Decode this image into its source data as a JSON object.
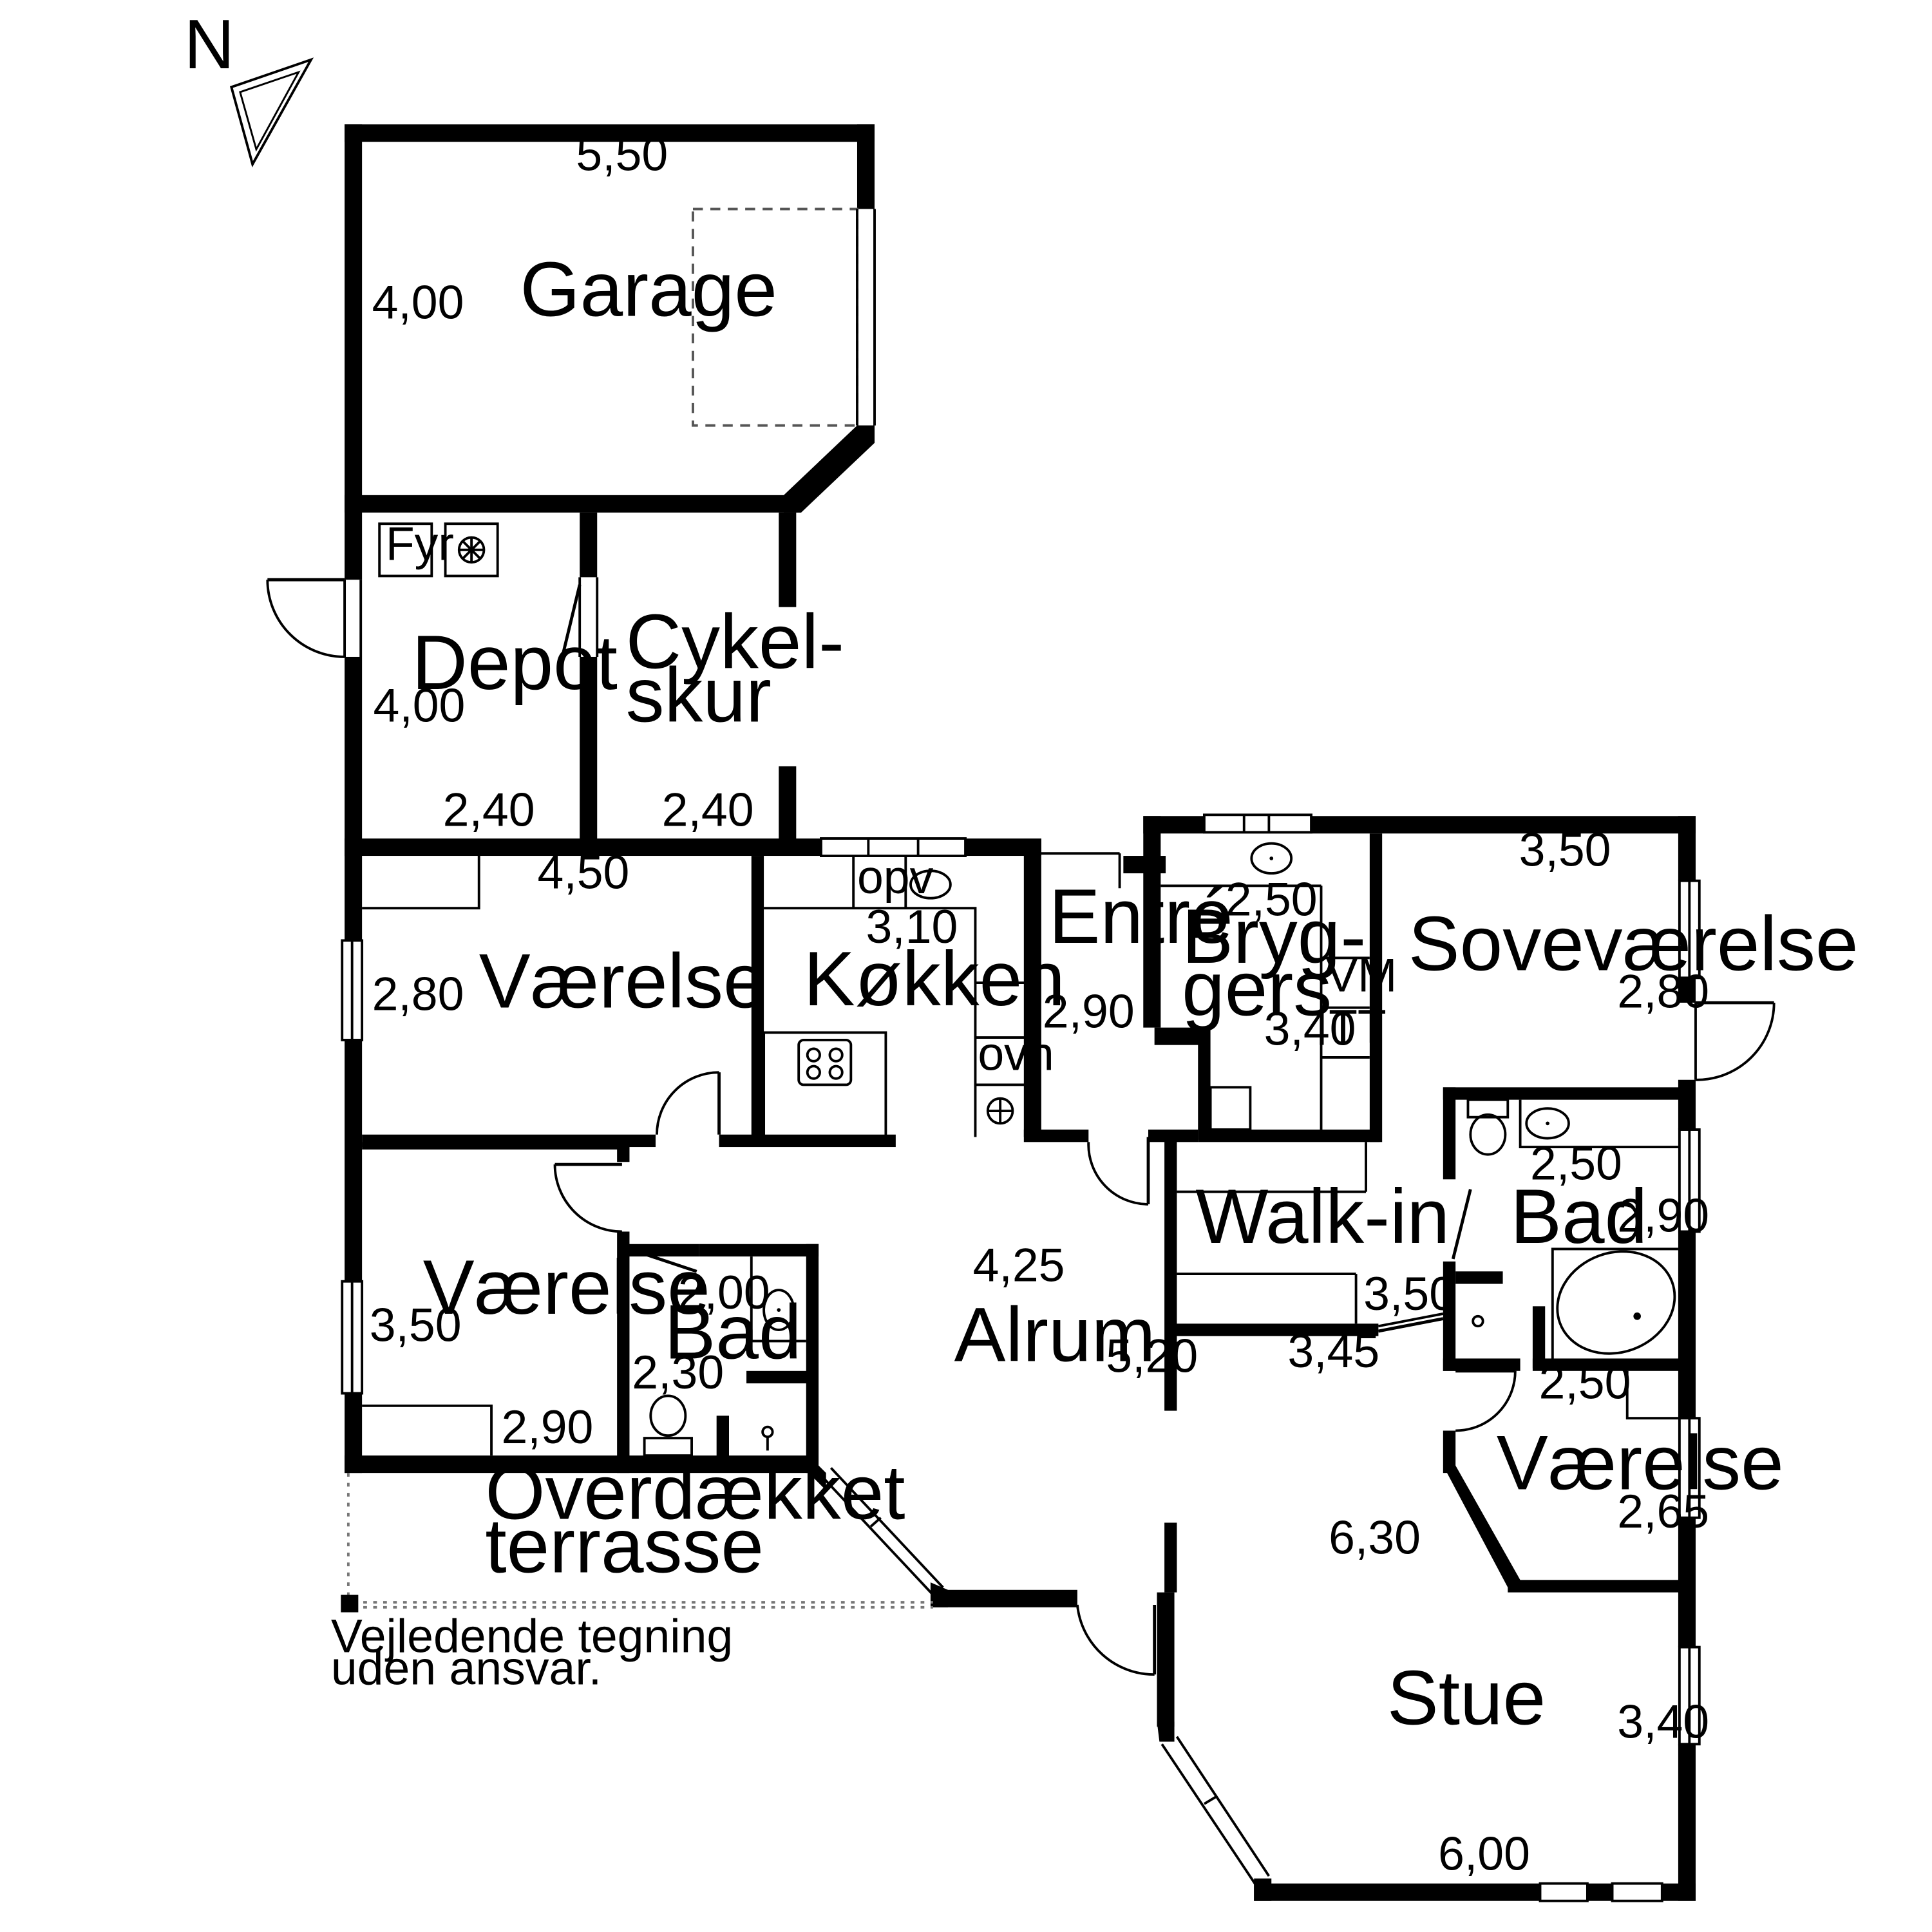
{
  "north_label": "N",
  "rooms": {
    "garage": "Garage",
    "depot": "Depot",
    "cykel_1": "Cykel-",
    "cykel_2": "skur",
    "vaerelse_1": "Værelse",
    "koekken": "Køkken",
    "entre": "Entré",
    "bryg_1": "Bryg-",
    "bryg_2": "gers",
    "sovevaerelse": "Soveværelse",
    "vaerelse_2": "Værelse",
    "bad_1": "Bad",
    "alrum": "Alrum",
    "walkin": "Walk-in",
    "bad_2": "Bad",
    "vaerelse_3": "Værelse",
    "terrasse_1": "Overdækket",
    "terrasse_2": "terrasse",
    "stue": "Stue"
  },
  "fixtures": {
    "fyr": "Fyr",
    "opv": "opv",
    "ovn": "ovn",
    "vm": "VM",
    "tt": "TT"
  },
  "dimensions": {
    "garage_w": "5,50",
    "garage_h": "4,00",
    "depot_h": "4,00",
    "depot_w": "2,40",
    "cykel_w": "2,40",
    "vaerelse1_w": "4,50",
    "vaerelse1_h": "2,80",
    "koekken_w": "3,10",
    "entre_h": "2,90",
    "bryg_w": "2,50",
    "bryg_h": "3,40",
    "sove_w": "3,50",
    "sove_h": "2,80",
    "vaerelse2_h": "3,50",
    "vaerelse2_w": "2,90",
    "bad1_w": "2,00",
    "bad1_h": "2,30",
    "alrum_w": "4,25",
    "alrum_h": "5,20",
    "walkin_w": "3,50",
    "walkin_w2": "3,45",
    "bad2_w": "2,50",
    "bad2_h": "2,90",
    "vaerelse3_w": "2,50",
    "vaerelse3_h": "2,65",
    "stue_w": "6,30",
    "stue_h": "3,40",
    "stue_w2": "6,00"
  },
  "note_line1": "Vejledende tegning",
  "note_line2": "uden ansvar."
}
